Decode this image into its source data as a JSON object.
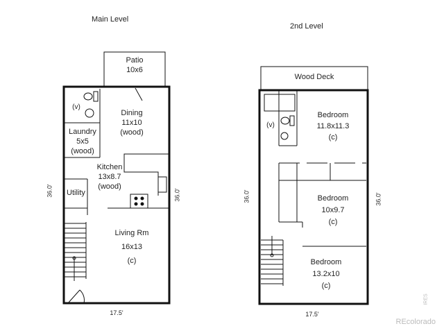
{
  "levels": [
    {
      "title": "Main Level",
      "width_label": "17.5'",
      "height_label_left": "36.0'",
      "height_label_right": "36.0'",
      "rooms": [
        {
          "name": "Patio",
          "size": "10x6",
          "note": ""
        },
        {
          "name": "Dining",
          "size": "11x10",
          "note": "(wood)"
        },
        {
          "name": "Laundry",
          "size": "5x5",
          "note": "(wood)"
        },
        {
          "name": "Kitchen",
          "size": "13x8.7",
          "note": "(wood)"
        },
        {
          "name": "Utility",
          "size": "",
          "note": ""
        },
        {
          "name": "Living Rm",
          "size": "16x13",
          "note": "(c)"
        }
      ],
      "bath_note": "(v)"
    },
    {
      "title": "2nd Level",
      "width_label": "17.5'",
      "height_label_left": "36.0'",
      "height_label_right": "36.0'",
      "rooms": [
        {
          "name": "Wood Deck",
          "size": "",
          "note": ""
        },
        {
          "name": "Bedroom",
          "size": "11.8x11.3",
          "note": "(c)"
        },
        {
          "name": "Bedroom",
          "size": "10x9.7",
          "note": "(c)"
        },
        {
          "name": "Bedroom",
          "size": "13.2x10",
          "note": "(c)"
        }
      ],
      "bath_note": "(v)"
    }
  ],
  "watermark": {
    "brand": "REcolorado",
    "vertical": "IRES"
  }
}
